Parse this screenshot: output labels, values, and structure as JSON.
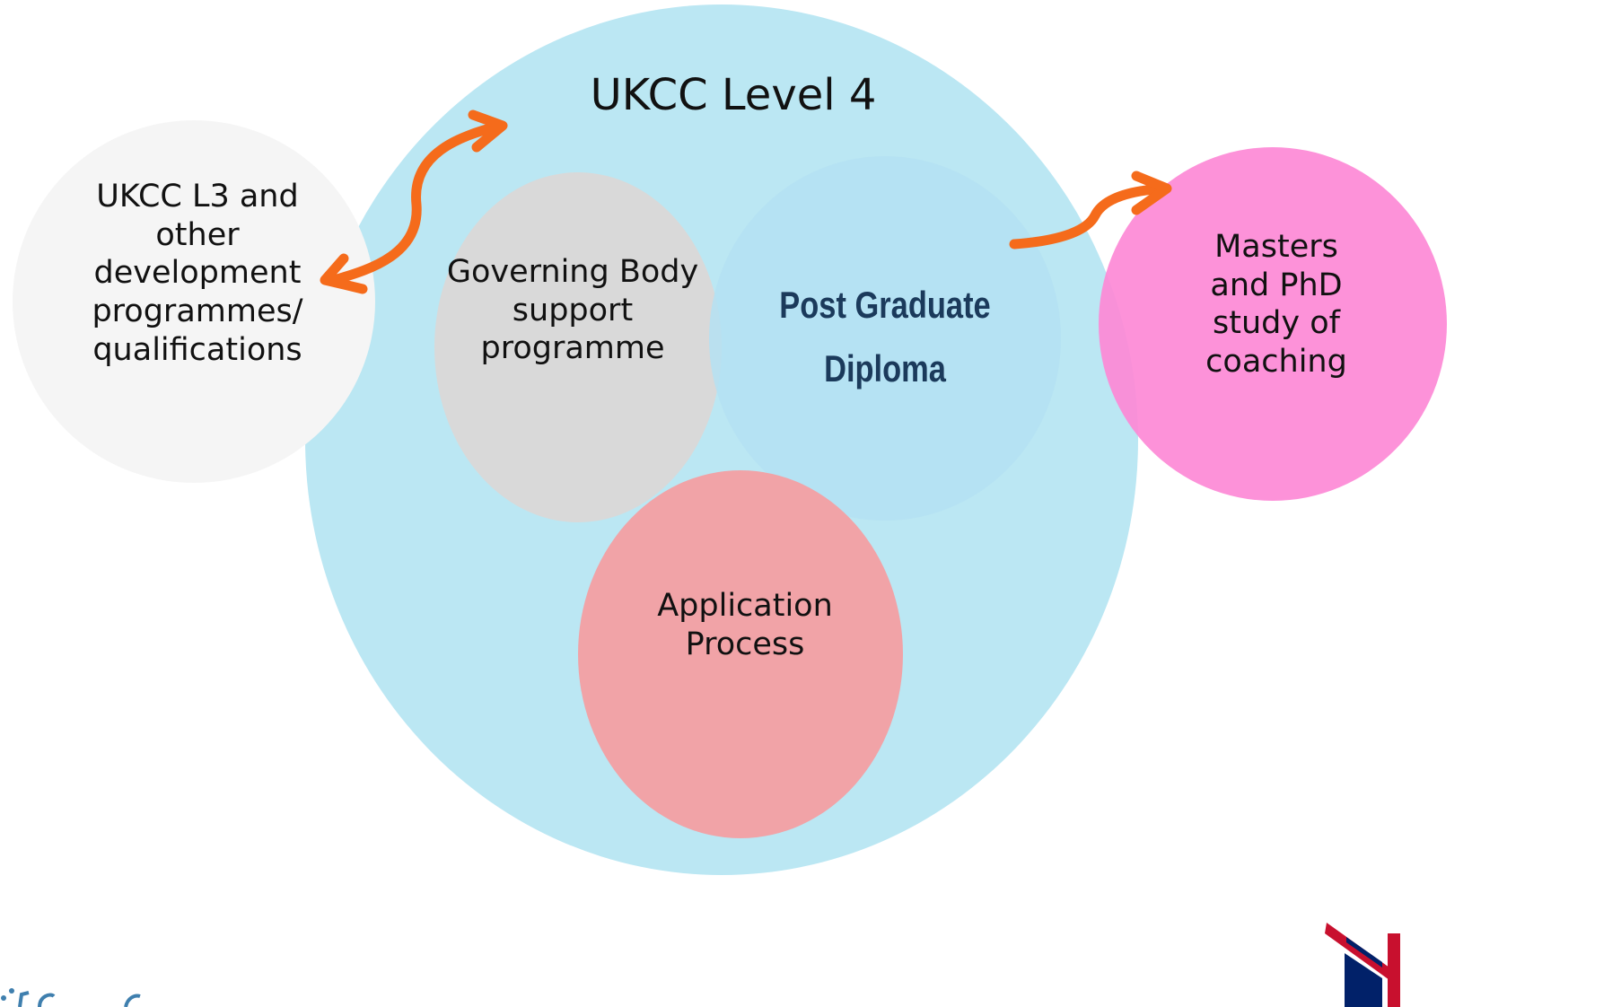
{
  "diagram": {
    "main_circle": {
      "title": "UKCC Level 4"
    },
    "left_circle": {
      "lines": [
        "UKCC L3 and",
        "other",
        "development",
        "programmes/",
        "qualifications"
      ]
    },
    "governing_body": {
      "lines": [
        "Governing Body",
        "support",
        "programme"
      ]
    },
    "post_graduate": {
      "lines": [
        "Post Graduate",
        "Diploma"
      ]
    },
    "application": {
      "lines": [
        "Application",
        "Process"
      ]
    },
    "right_circle": {
      "lines": [
        "Masters",
        "and PhD",
        "study of",
        "coaching"
      ]
    },
    "connectors": [
      {
        "from": "left_circle",
        "to": "main_circle",
        "direction": "both"
      },
      {
        "from": "post_graduate",
        "to": "right_circle",
        "direction": "forward"
      }
    ]
  },
  "colors": {
    "main_circle": "#bbe7f3",
    "left_circle": "#f5f5f5",
    "governing_body": "#d9d9d9",
    "post_graduate": "#b6e2f3",
    "application": "#f1a3a7",
    "right_circle": "#fd93d9",
    "arrow": "#f56b1b",
    "post_graduate_text": "#1b3a5b"
  },
  "footer": {
    "left_logo_icon": "partial-logo-icon",
    "right_logo_icon": "union-flag-icon"
  }
}
